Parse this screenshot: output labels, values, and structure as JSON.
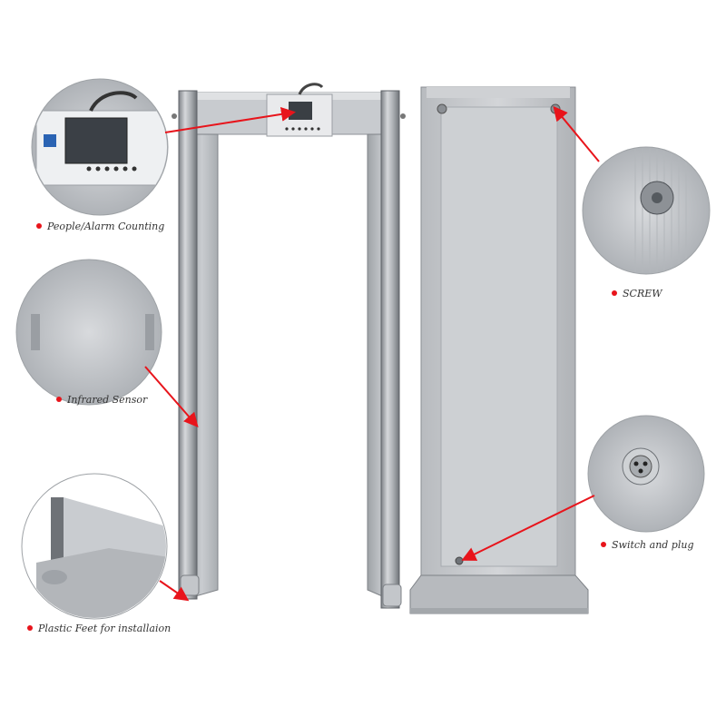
{
  "colors": {
    "accent": "#e8141b",
    "frame": "#b9bcc0",
    "frame_dark": "#8d9196",
    "panel": "#c4c7cb",
    "label_text": "#333333"
  },
  "callouts": {
    "counting": {
      "label": "People/Alarm Counting"
    },
    "infrared": {
      "label": "Infrared Sensor"
    },
    "feet": {
      "label": "Plastic Feet for installaion"
    },
    "screw": {
      "label": "SCREW"
    },
    "switch": {
      "label": "Switch and plug"
    }
  },
  "icons": [
    "bullet-dot-icon",
    "arrow-icon"
  ]
}
